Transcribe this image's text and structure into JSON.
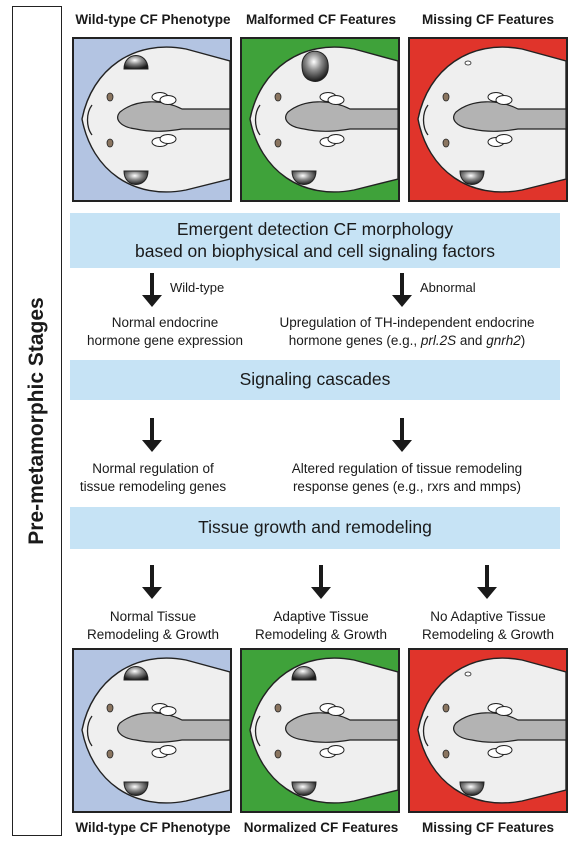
{
  "side_label": "Pre-metamorphic Stages",
  "top_titles": [
    "Wild-type CF Phenotype",
    "Malformed CF Features",
    "Missing CF Features"
  ],
  "bottom_titles": [
    "Wild-type CF Phenotype",
    "Normalized CF Features",
    "Missing CF Features"
  ],
  "panel_colors": {
    "blue": "#b3c4e2",
    "green": "#3fa23a",
    "red": "#e0342b",
    "band": "#c6e3f5"
  },
  "band1": {
    "line1": "Emergent detection CF morphology",
    "line2": "based on biophysical and cell signaling factors"
  },
  "arrow_labels": {
    "left": "Wild-type",
    "right": "Abnormal"
  },
  "row1": {
    "left_line1": "Normal endocrine",
    "left_line2": "hormone gene expression",
    "right_line1": "Upregulation of TH-independent endocrine",
    "right_line2_pre": "hormone genes (e.g., ",
    "right_gene1": "prl.2S",
    "right_and": " and ",
    "right_gene2": "gnrh2",
    "right_close": ")"
  },
  "band2": "Signaling cascades",
  "row2": {
    "left_line1": "Normal regulation of",
    "left_line2": "tissue remodeling genes",
    "right_line1": "Altered regulation of tissue remodeling",
    "right_line2": "response genes (e.g., rxrs and mmps)"
  },
  "band3": "Tissue growth and remodeling",
  "outcomes": [
    {
      "line1": "Normal Tissue",
      "line2": "Remodeling & Growth"
    },
    {
      "line1": "Adaptive Tissue",
      "line2": "Remodeling & Growth"
    },
    {
      "line1": "No Adaptive Tissue",
      "line2": "Remodeling & Growth"
    }
  ]
}
